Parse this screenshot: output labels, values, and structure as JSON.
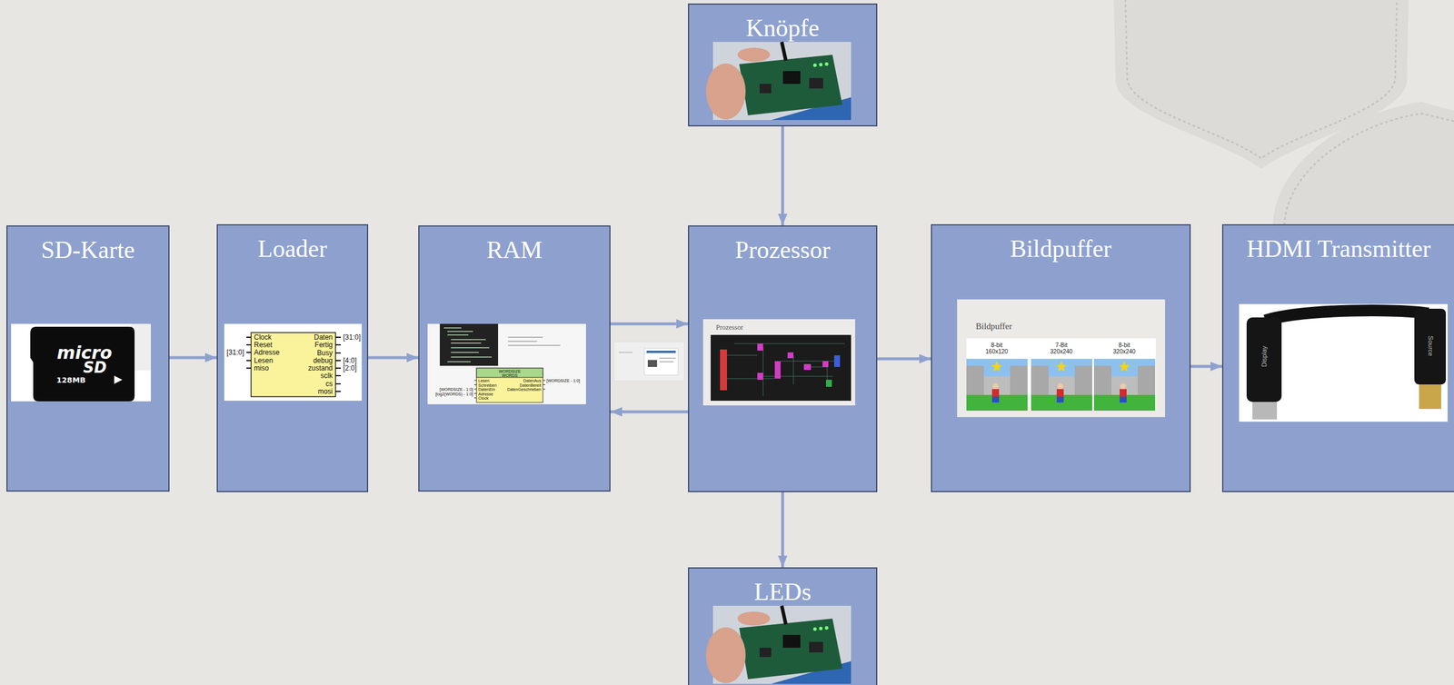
{
  "diagram": {
    "nodes": [
      {
        "text": [
          "Knöpfe"
        ]
      },
      {
        "text": [
          "SD-Karte"
        ]
      },
      {
        "text": [
          "Loader"
        ]
      },
      {
        "text": [
          "RAM"
        ]
      },
      {
        "text": [
          "Prozessor"
        ]
      },
      {
        "text": [
          "Bildpuffer"
        ]
      },
      {
        "text": [
          "HDMI Transmitter"
        ]
      },
      {
        "text": [
          "LEDs"
        ]
      }
    ],
    "edges": [
      {
        "from": 1,
        "to": 2,
        "arrow": "to"
      },
      {
        "from": 2,
        "to": 3,
        "arrow": "to"
      },
      {
        "from": 3,
        "to": 4,
        "arrow": "to"
      },
      {
        "from": 4,
        "to": 3,
        "arrow": "to"
      },
      {
        "from": 0,
        "to": 4,
        "arrow": "to"
      },
      {
        "from": 4,
        "to": 7,
        "arrow": "to"
      },
      {
        "from": 4,
        "to": 5,
        "arrow": "to"
      },
      {
        "from": 5,
        "to": 6,
        "arrow": "to"
      }
    ],
    "labels": [
      "micro",
      "SD",
      "128MB",
      "Clock",
      "Reset",
      "Adresse",
      "Lesen",
      "miso",
      "[31:0]",
      "Daten",
      "Fertig",
      "Busy",
      "debug",
      "zustand",
      "sclk",
      "cs",
      "mosi",
      "[31:0]",
      "[4:0]",
      "[2:0]",
      "WORDSIZE",
      "WORDS",
      "Lesen",
      "Schreiben",
      "DatenEin",
      "Adresse",
      "Clock",
      "DatenAus",
      "DatenBereit",
      "DatenGeschrieben",
      "[WORDSIZE - 1:0]",
      "[log2(WORDS) - 1:0]",
      "[WORDSIZE - 1:0]",
      "Prozessor",
      "Bildpuffer",
      "8-bit 160x120",
      "7-Bit 320x240",
      "8-bit 320x240",
      "Display",
      "Source"
    ]
  }
}
